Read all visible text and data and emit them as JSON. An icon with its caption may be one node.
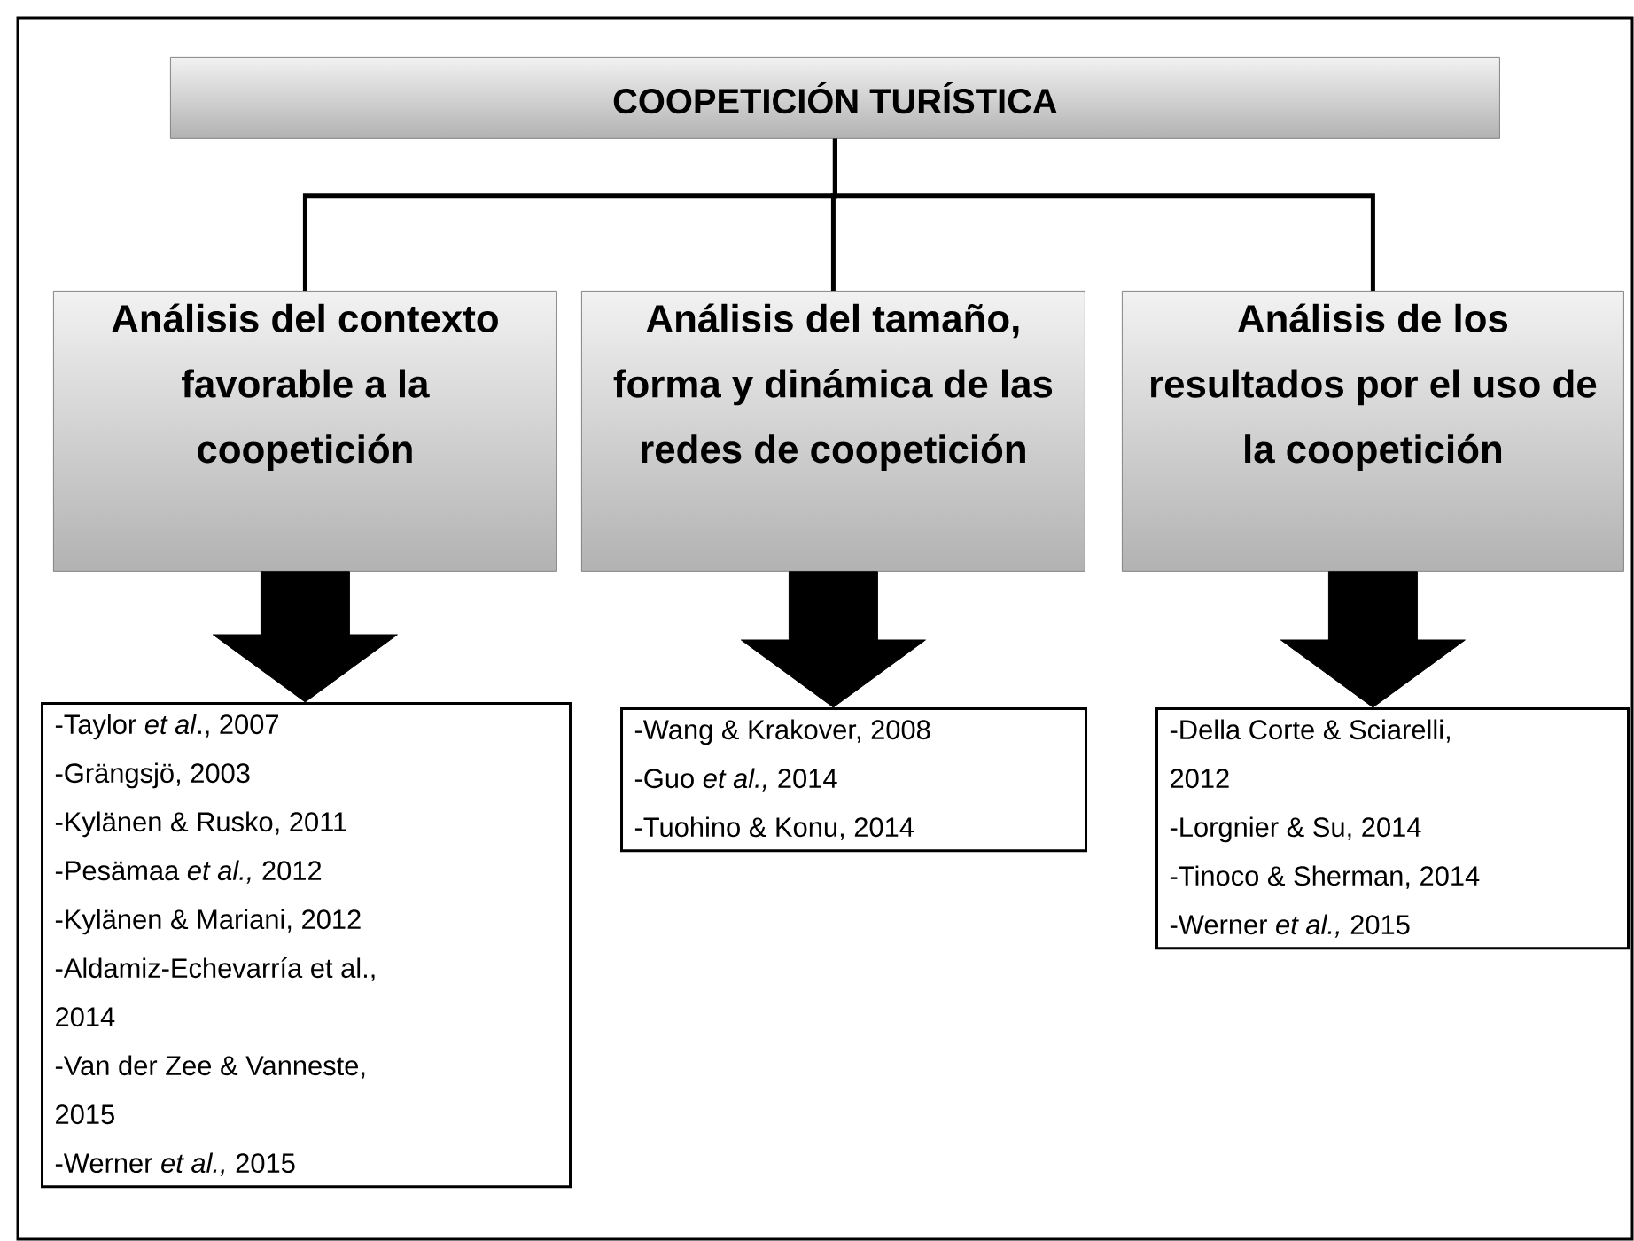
{
  "diagram": {
    "nodes": [
      {
        "text": [
          "COOPETICIÓN TURÍSTICA"
        ]
      },
      {
        "text": [
          "Análisis del contexto favorable a la coopetición"
        ]
      },
      {
        "text": [
          "Análisis del tamaño, forma y dinámica de las redes de coopetición"
        ]
      },
      {
        "text": [
          "Análisis de los resultados por el uso de la coopetición"
        ]
      },
      {
        "text": [
          "-Taylor *et al*., 2007",
          "-Grängsjö, 2003",
          "-Kylänen & Rusko, 2011",
          "-Pesämaa *et al.,* 2012",
          "-Kylänen & Mariani, 2012",
          "-Aldamiz-Echevarría et al., 2014",
          "-Van der Zee & Vanneste, 2015",
          "-Werner *et al.,* 2015"
        ]
      },
      {
        "text": [
          "-Wang & Krakover, 2008",
          "-Guo *et al.,* 2014",
          "-Tuohino & Konu, 2014"
        ]
      },
      {
        "text": [
          "-Della Corte & Sciarelli, 2012",
          "-Lorgnier & Su, 2014",
          "-Tinoco & Sherman, 2014",
          "-Werner *et al.,* 2015"
        ]
      }
    ],
    "edges": [
      {
        "from": 0,
        "to": 1,
        "arrow": "none"
      },
      {
        "from": 0,
        "to": 2,
        "arrow": "none"
      },
      {
        "from": 0,
        "to": 3,
        "arrow": "none"
      },
      {
        "from": 1,
        "to": 4,
        "arrow": "to",
        "style": "thick"
      },
      {
        "from": 2,
        "to": 5,
        "arrow": "to",
        "style": "thick"
      },
      {
        "from": 3,
        "to": 6,
        "arrow": "to",
        "style": "thick"
      }
    ]
  }
}
